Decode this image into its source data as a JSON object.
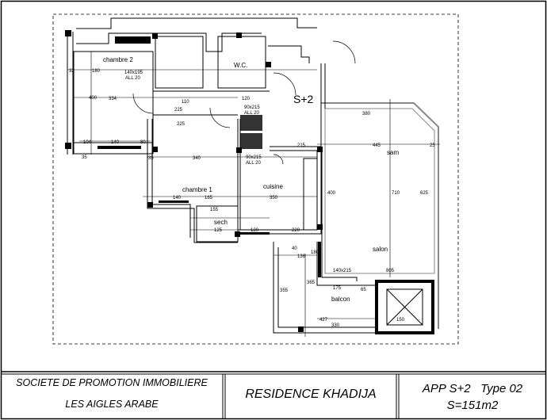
{
  "plan": {
    "rooms": {
      "chambre2": "chambre 2",
      "wc": "W.C.",
      "level": "S+2",
      "chambre1": "chambre 1",
      "cuisine": "cuisine",
      "sech": "sech",
      "sam": "sam",
      "salon": "salon",
      "balcon": "balcon"
    },
    "windows": [
      "140x195",
      "ALL 20",
      "90x215",
      "ALL 20",
      "90x215",
      "ALL 20",
      "140x215"
    ],
    "dimensions": [
      "32",
      "180",
      "334",
      "400",
      "104",
      "140",
      "80",
      "35",
      "225",
      "225",
      "340",
      "110",
      "120",
      "215",
      "380",
      "445",
      "25",
      "710",
      "625",
      "805",
      "400",
      "350",
      "140",
      "165",
      "155",
      "125",
      "120",
      "220",
      "136",
      "365",
      "355",
      "427",
      "330",
      "175",
      "65",
      "180",
      "150",
      "35",
      "40"
    ]
  },
  "title_block": {
    "company_line1": "SOCIETE DE PROMOTION IMMOBILIERE",
    "company_line2": "LES AIGLES ARABE",
    "project": "RESIDENCE KHADIJA",
    "apartment": "APP S+2   Type 02",
    "surface": "S=151m2"
  }
}
